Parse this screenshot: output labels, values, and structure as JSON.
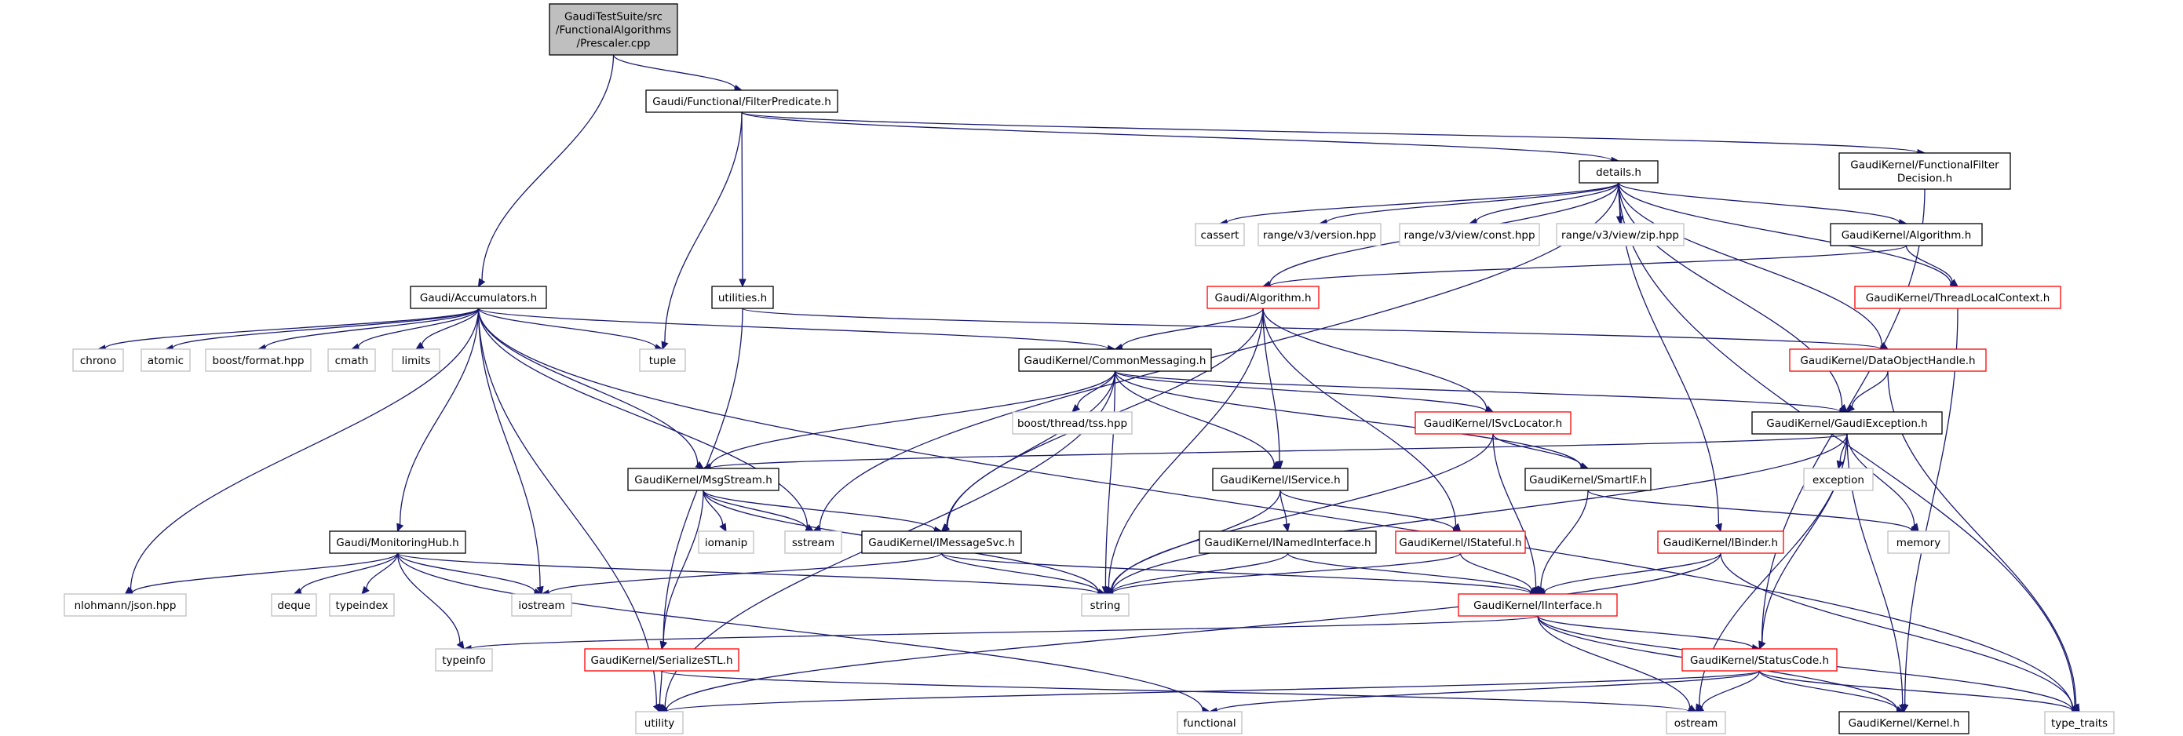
{
  "colors": {
    "root_fill": "#bfbfbf",
    "root_stroke": "#000000",
    "normal_stroke": "#000000",
    "truncated_stroke": "#ff0000",
    "external_stroke": "#bfbfbf",
    "edge": "#191970"
  },
  "nodes": [
    {
      "id": "root",
      "lines": [
        "GaudiTestSuite/src",
        "/FunctionalAlgorithms",
        "/Prescaler.cpp"
      ],
      "kind": "root"
    },
    {
      "id": "filterpred",
      "lines": [
        "Gaudi/Functional/FilterPredicate.h"
      ],
      "kind": "normal"
    },
    {
      "id": "accum",
      "lines": [
        "Gaudi/Accumulators.h"
      ],
      "kind": "normal"
    },
    {
      "id": "details",
      "lines": [
        "details.h"
      ],
      "kind": "normal"
    },
    {
      "id": "ffd",
      "lines": [
        "GaudiKernel/FunctionalFilter",
        "Decision.h"
      ],
      "kind": "normal"
    },
    {
      "id": "cassert",
      "lines": [
        "cassert"
      ],
      "kind": "external"
    },
    {
      "id": "rvversion",
      "lines": [
        "range/v3/version.hpp"
      ],
      "kind": "external"
    },
    {
      "id": "rvconst",
      "lines": [
        "range/v3/view/const.hpp"
      ],
      "kind": "external"
    },
    {
      "id": "rvzip",
      "lines": [
        "range/v3/view/zip.hpp"
      ],
      "kind": "external"
    },
    {
      "id": "gkalgo",
      "lines": [
        "GaudiKernel/Algorithm.h"
      ],
      "kind": "normal"
    },
    {
      "id": "utilities",
      "lines": [
        "utilities.h"
      ],
      "kind": "normal"
    },
    {
      "id": "galgo",
      "lines": [
        "Gaudi/Algorithm.h"
      ],
      "kind": "truncated"
    },
    {
      "id": "tlc",
      "lines": [
        "GaudiKernel/ThreadLocalContext.h"
      ],
      "kind": "truncated"
    },
    {
      "id": "chrono",
      "lines": [
        "chrono"
      ],
      "kind": "external"
    },
    {
      "id": "atomic",
      "lines": [
        "atomic"
      ],
      "kind": "external"
    },
    {
      "id": "bformat",
      "lines": [
        "boost/format.hpp"
      ],
      "kind": "external"
    },
    {
      "id": "cmath",
      "lines": [
        "cmath"
      ],
      "kind": "external"
    },
    {
      "id": "limits",
      "lines": [
        "limits"
      ],
      "kind": "external"
    },
    {
      "id": "tuple",
      "lines": [
        "tuple"
      ],
      "kind": "external"
    },
    {
      "id": "cmsg",
      "lines": [
        "GaudiKernel/CommonMessaging.h"
      ],
      "kind": "normal"
    },
    {
      "id": "doh",
      "lines": [
        "GaudiKernel/DataObjectHandle.h"
      ],
      "kind": "truncated"
    },
    {
      "id": "btss",
      "lines": [
        "boost/thread/tss.hpp"
      ],
      "kind": "external"
    },
    {
      "id": "isvcloc",
      "lines": [
        "GaudiKernel/ISvcLocator.h"
      ],
      "kind": "truncated"
    },
    {
      "id": "gexc",
      "lines": [
        "GaudiKernel/GaudiException.h"
      ],
      "kind": "normal"
    },
    {
      "id": "exception",
      "lines": [
        "exception"
      ],
      "kind": "external"
    },
    {
      "id": "msgstream",
      "lines": [
        "GaudiKernel/MsgStream.h"
      ],
      "kind": "normal"
    },
    {
      "id": "iservice",
      "lines": [
        "GaudiKernel/IService.h"
      ],
      "kind": "normal"
    },
    {
      "id": "smartif",
      "lines": [
        "GaudiKernel/SmartIF.h"
      ],
      "kind": "normal"
    },
    {
      "id": "memory",
      "lines": [
        "memory"
      ],
      "kind": "external"
    },
    {
      "id": "monhub",
      "lines": [
        "Gaudi/MonitoringHub.h"
      ],
      "kind": "normal"
    },
    {
      "id": "iomanip",
      "lines": [
        "iomanip"
      ],
      "kind": "external"
    },
    {
      "id": "sstream",
      "lines": [
        "sstream"
      ],
      "kind": "external"
    },
    {
      "id": "imsgsvc",
      "lines": [
        "GaudiKernel/IMessageSvc.h"
      ],
      "kind": "normal"
    },
    {
      "id": "inamed",
      "lines": [
        "GaudiKernel/INamedInterface.h"
      ],
      "kind": "normal"
    },
    {
      "id": "istateful",
      "lines": [
        "GaudiKernel/IStateful.h"
      ],
      "kind": "truncated"
    },
    {
      "id": "ibinder",
      "lines": [
        "GaudiKernel/IBinder.h"
      ],
      "kind": "truncated"
    },
    {
      "id": "json",
      "lines": [
        "nlohmann/json.hpp"
      ],
      "kind": "external"
    },
    {
      "id": "deque",
      "lines": [
        "deque"
      ],
      "kind": "external"
    },
    {
      "id": "typeindex",
      "lines": [
        "typeindex"
      ],
      "kind": "external"
    },
    {
      "id": "iostream",
      "lines": [
        "iostream"
      ],
      "kind": "external"
    },
    {
      "id": "string",
      "lines": [
        "string"
      ],
      "kind": "external"
    },
    {
      "id": "iinterface",
      "lines": [
        "GaudiKernel/IInterface.h"
      ],
      "kind": "truncated"
    },
    {
      "id": "typeinfo",
      "lines": [
        "typeinfo"
      ],
      "kind": "external"
    },
    {
      "id": "serstl",
      "lines": [
        "GaudiKernel/SerializeSTL.h"
      ],
      "kind": "truncated"
    },
    {
      "id": "statuscode",
      "lines": [
        "GaudiKernel/StatusCode.h"
      ],
      "kind": "truncated"
    },
    {
      "id": "utility",
      "lines": [
        "utility"
      ],
      "kind": "external"
    },
    {
      "id": "functional",
      "lines": [
        "functional"
      ],
      "kind": "external"
    },
    {
      "id": "ostream",
      "lines": [
        "ostream"
      ],
      "kind": "external"
    },
    {
      "id": "kernel",
      "lines": [
        "GaudiKernel/Kernel.h"
      ],
      "kind": "normal"
    },
    {
      "id": "typetraits",
      "lines": [
        "type_traits"
      ],
      "kind": "external"
    }
  ],
  "edges": [
    [
      "root",
      "filterpred"
    ],
    [
      "root",
      "accum"
    ],
    [
      "filterpred",
      "details"
    ],
    [
      "filterpred",
      "ffd"
    ],
    [
      "filterpred",
      "tuple"
    ],
    [
      "filterpred",
      "utilities"
    ],
    [
      "details",
      "cassert"
    ],
    [
      "details",
      "rvversion"
    ],
    [
      "details",
      "rvconst"
    ],
    [
      "details",
      "rvzip"
    ],
    [
      "details",
      "gkalgo"
    ],
    [
      "details",
      "galgo"
    ],
    [
      "details",
      "tlc"
    ],
    [
      "details",
      "doh"
    ],
    [
      "details",
      "gexc"
    ],
    [
      "details",
      "ibinder"
    ],
    [
      "details",
      "sstream"
    ],
    [
      "details",
      "typetraits"
    ],
    [
      "ffd",
      "statuscode"
    ],
    [
      "gkalgo",
      "galgo"
    ],
    [
      "gkalgo",
      "tlc"
    ],
    [
      "tlc",
      "kernel"
    ],
    [
      "utilities",
      "doh"
    ],
    [
      "utilities",
      "serstl"
    ],
    [
      "accum",
      "chrono"
    ],
    [
      "accum",
      "atomic"
    ],
    [
      "accum",
      "bformat"
    ],
    [
      "accum",
      "cmath"
    ],
    [
      "accum",
      "limits"
    ],
    [
      "accum",
      "tuple"
    ],
    [
      "accum",
      "cmsg"
    ],
    [
      "accum",
      "json"
    ],
    [
      "accum",
      "msgstream"
    ],
    [
      "accum",
      "monhub"
    ],
    [
      "accum",
      "iostream"
    ],
    [
      "accum",
      "sstream"
    ],
    [
      "accum",
      "utility"
    ],
    [
      "accum",
      "typetraits"
    ],
    [
      "galgo",
      "cmsg"
    ],
    [
      "galgo",
      "isvcloc"
    ],
    [
      "galgo",
      "iservice"
    ],
    [
      "galgo",
      "istateful"
    ],
    [
      "galgo",
      "imsgsvc"
    ],
    [
      "galgo",
      "string"
    ],
    [
      "cmsg",
      "btss"
    ],
    [
      "cmsg",
      "isvcloc"
    ],
    [
      "cmsg",
      "gexc"
    ],
    [
      "cmsg",
      "msgstream"
    ],
    [
      "cmsg",
      "iservice"
    ],
    [
      "cmsg",
      "smartif"
    ],
    [
      "cmsg",
      "imsgsvc"
    ],
    [
      "cmsg",
      "string"
    ],
    [
      "cmsg",
      "utility"
    ],
    [
      "doh",
      "gexc"
    ],
    [
      "doh",
      "typetraits"
    ],
    [
      "isvcloc",
      "smartif"
    ],
    [
      "isvcloc",
      "iinterface"
    ],
    [
      "isvcloc",
      "string"
    ],
    [
      "gexc",
      "exception"
    ],
    [
      "gexc",
      "memory"
    ],
    [
      "gexc",
      "msgstream"
    ],
    [
      "gexc",
      "statuscode"
    ],
    [
      "gexc",
      "kernel"
    ],
    [
      "gexc",
      "string"
    ],
    [
      "gexc",
      "ostream"
    ],
    [
      "msgstream",
      "iomanip"
    ],
    [
      "msgstream",
      "sstream"
    ],
    [
      "msgstream",
      "imsgsvc"
    ],
    [
      "msgstream",
      "serstl"
    ],
    [
      "msgstream",
      "string"
    ],
    [
      "iservice",
      "inamed"
    ],
    [
      "iservice",
      "istateful"
    ],
    [
      "iservice",
      "string"
    ],
    [
      "smartif",
      "memory"
    ],
    [
      "smartif",
      "iinterface"
    ],
    [
      "monhub",
      "json"
    ],
    [
      "monhub",
      "deque"
    ],
    [
      "monhub",
      "typeindex"
    ],
    [
      "monhub",
      "iostream"
    ],
    [
      "monhub",
      "typeinfo"
    ],
    [
      "monhub",
      "string"
    ],
    [
      "monhub",
      "functional"
    ],
    [
      "imsgsvc",
      "iinterface"
    ],
    [
      "imsgsvc",
      "string"
    ],
    [
      "imsgsvc",
      "iostream"
    ],
    [
      "inamed",
      "iinterface"
    ],
    [
      "inamed",
      "string"
    ],
    [
      "istateful",
      "iinterface"
    ],
    [
      "istateful",
      "string"
    ],
    [
      "ibinder",
      "iinterface"
    ],
    [
      "ibinder",
      "utility"
    ],
    [
      "ibinder",
      "typetraits"
    ],
    [
      "iinterface",
      "statuscode"
    ],
    [
      "iinterface",
      "typeinfo"
    ],
    [
      "iinterface",
      "ostream"
    ],
    [
      "iinterface",
      "kernel"
    ],
    [
      "iinterface",
      "typetraits"
    ],
    [
      "serstl",
      "utility"
    ],
    [
      "serstl",
      "ostream"
    ],
    [
      "statuscode",
      "utility"
    ],
    [
      "statuscode",
      "functional"
    ],
    [
      "statuscode",
      "ostream"
    ],
    [
      "statuscode",
      "kernel"
    ],
    [
      "statuscode",
      "typetraits"
    ]
  ]
}
